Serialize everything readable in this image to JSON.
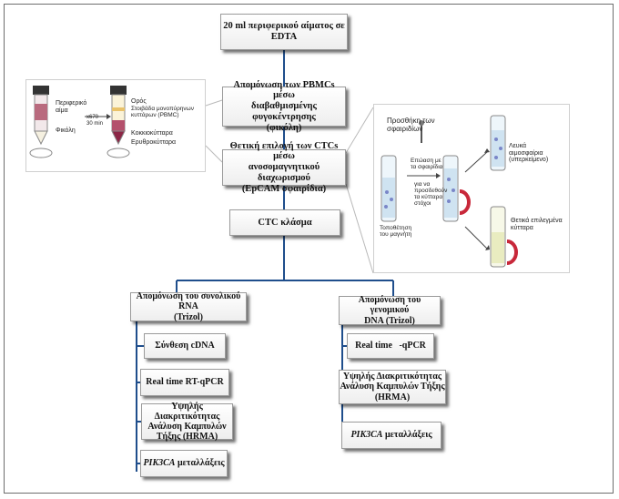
{
  "main_flow": {
    "sample": "20 ml περιφερικού αίματος σε EDTA",
    "isolation": "Απομόνωση των PBMCs μέσω\nδιαβαθμισμένης φυγοκέντρησης\n(φικόλη)",
    "selection": "Θετική επιλογή των CTCs μέσω\nανοσομαγνητικού διαχωρισμού\n(EpCAM  σφαιρίδια)",
    "fraction": "CTC κλάσμα"
  },
  "rna_branch": {
    "isolation": "Απομόνωση του συνολικού RNA\n(Trizol)",
    "cdna": "Σύνθεση cDNA",
    "qpcr": "Real time RT-qPCR",
    "hrma": "Υψηλής Διακριτικότητας\nΑνάλυση Καμπυλών\nΤήξης (HRMA)",
    "mutations_gene": "PIK3CA",
    "mutations_word": " μεταλλάξεις"
  },
  "dna_branch": {
    "isolation": "Απομόνωση του γενομικού\nDNA (Trizol)",
    "qpcr_left": "Real time",
    "qpcr_right": "-qPCR",
    "hrma": "Υψηλής Διακριτικότητας\nΑνάλυση Καμπυλών Τήξης\n(HRMA)",
    "mutations_gene": "PIK3CA",
    "mutations_word": " μεταλλάξεις"
  },
  "ficoll_inset": {
    "blood": "Περιφερικό\nαίμα",
    "ficoll": "Φικόλη",
    "spin": "x670\n30 min",
    "serum": "Ορός",
    "pbmc": "Στοιβάδα μονοπύρηνων\nκυττάρων (PBMC)",
    "rbc_layer": "Κοκκιοκύτταρα",
    "erythro": "Ερυθροκύτταρα"
  },
  "magnet_inset": {
    "add_beads": "Προσθήκη των\nσφαιριδίων",
    "incubation": "Επώαση με\nτα σφαιρίδια",
    "binding": "για να\nπροσδεθούν\nτα  κύτταρα\nστόχοι",
    "magnet": "Τοποθέτηση\nτου μαγνήτη",
    "white_cells": "Λευκά\nαιμοσφαίρια\n(υπερκείμενο)",
    "selected": "Θετικά επιλεγμένα\nκύτταρα"
  },
  "colors": {
    "line": "#1f4e8c",
    "box_border": "#9a9a9a"
  }
}
